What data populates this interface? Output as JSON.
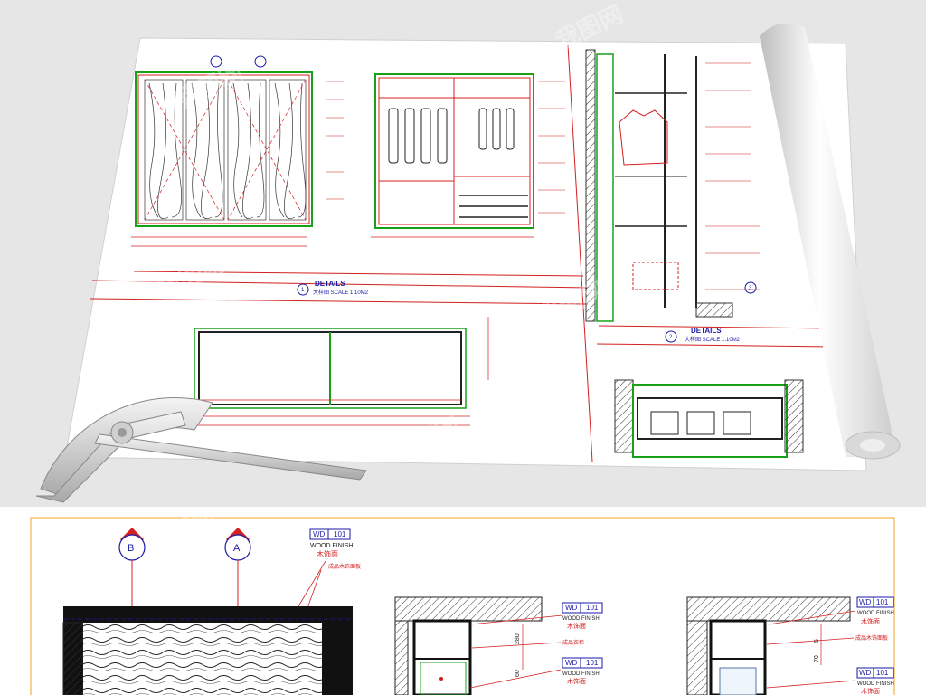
{
  "sheet": {
    "details_header_1": "DETAILS",
    "details_sub_1": "大样图  SCALE 1:10M2",
    "details_header_2": "DETAILS",
    "details_sub_2": "大样图  SCALE 1:10M2",
    "bubble_1": "1",
    "bubble_2": "2",
    "bubble_3": "3"
  },
  "watermark": {
    "text": "我图网"
  },
  "detail_panel": {
    "section_b": "B",
    "section_a": "A",
    "tag_code": "WD",
    "tag_num": "101",
    "wood_finish_label": "WOOD FINISH",
    "wood_finish_cn": "木饰面",
    "annot_1": "成品木饰面板",
    "annot_2": "成品衣柜",
    "annot_3": "成品木饰面板",
    "dim_280": "280",
    "dim_60": "60",
    "dim_5": "5",
    "dim_70": "70"
  },
  "colors": {
    "paper": "#ffffff",
    "background": "#e6e6e6",
    "line_red": "#d42020",
    "line_green": "#18a018",
    "tag_blue": "#1a1aa8",
    "border_orange": "#f0a020"
  },
  "icons": [
    "protractor-icon",
    "paper-roll-icon",
    "section-bubble-icon"
  ]
}
